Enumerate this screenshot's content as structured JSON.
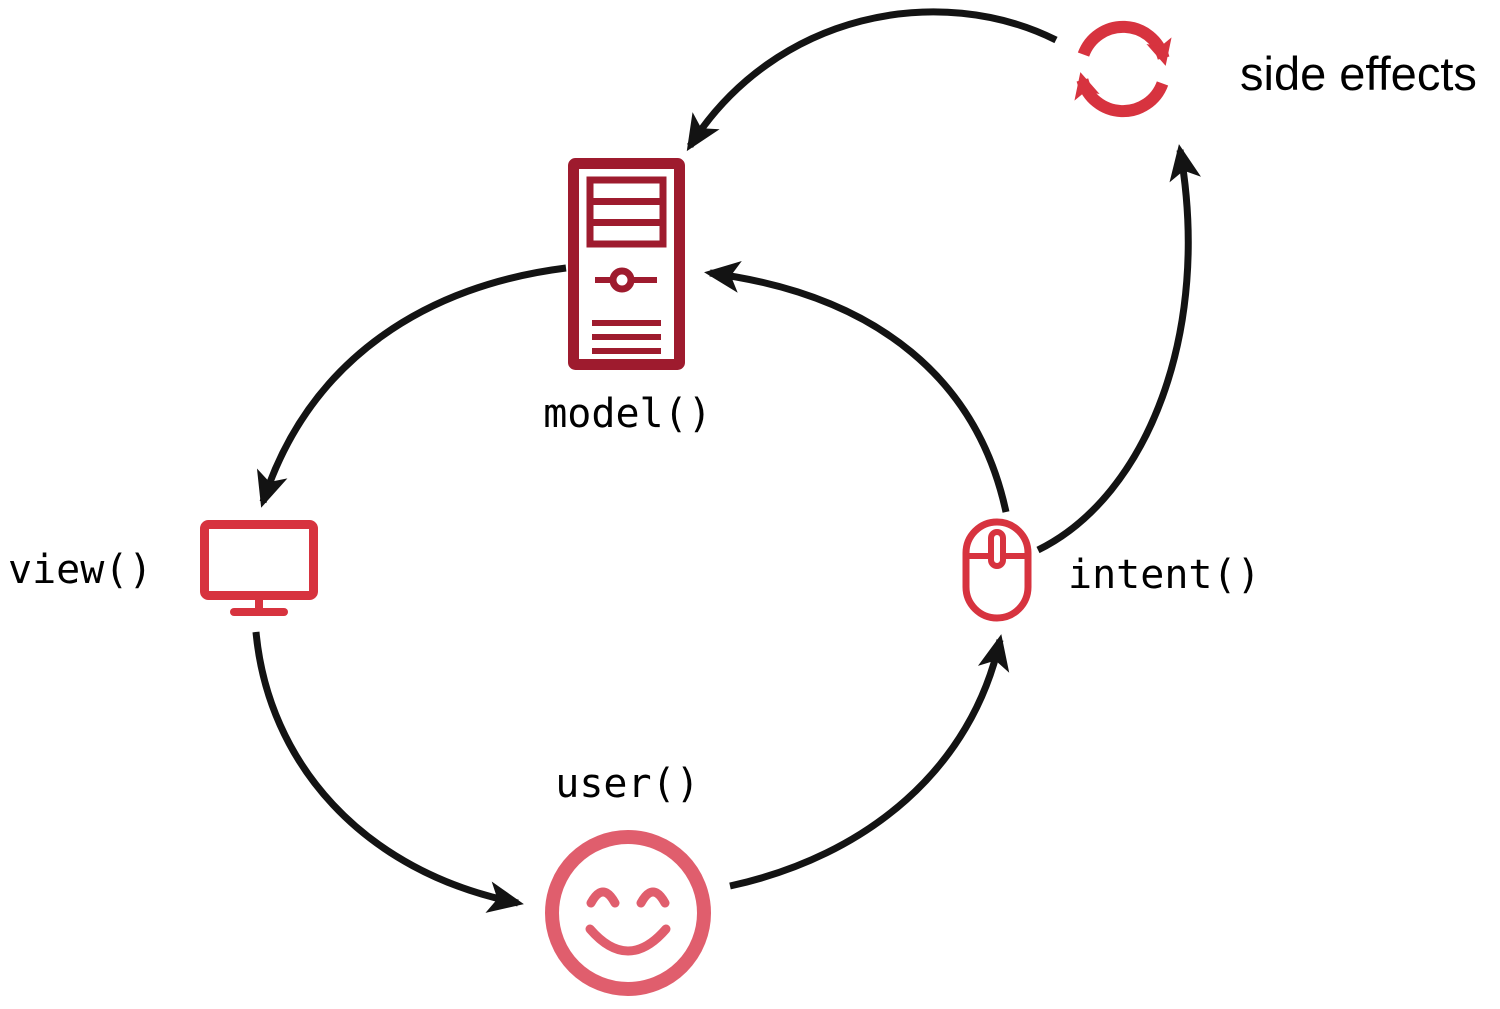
{
  "diagram": {
    "colors": {
      "background": "#ffffff",
      "arrow": "#131313",
      "model_icon": "#9e1b2e",
      "view_icon": "#d7333f",
      "user_icon": "#e05e6d",
      "intent_icon": "#d7333f",
      "side_effects_icon": "#d7333f",
      "label_text": "#000000"
    },
    "nodes": {
      "model": {
        "label": "model()",
        "icon": "server-icon"
      },
      "view": {
        "label": "view()",
        "icon": "monitor-icon"
      },
      "user": {
        "label": "user()",
        "icon": "smiley-face-icon"
      },
      "intent": {
        "label": "intent()",
        "icon": "mouse-icon"
      },
      "side_effects": {
        "label": "side effects",
        "icon": "sync-arrows-icon"
      }
    },
    "edges": [
      {
        "from": "model",
        "to": "view"
      },
      {
        "from": "view",
        "to": "user"
      },
      {
        "from": "user",
        "to": "intent"
      },
      {
        "from": "intent",
        "to": "model"
      },
      {
        "from": "intent",
        "to": "side_effects"
      },
      {
        "from": "side_effects",
        "to": "model"
      }
    ]
  }
}
